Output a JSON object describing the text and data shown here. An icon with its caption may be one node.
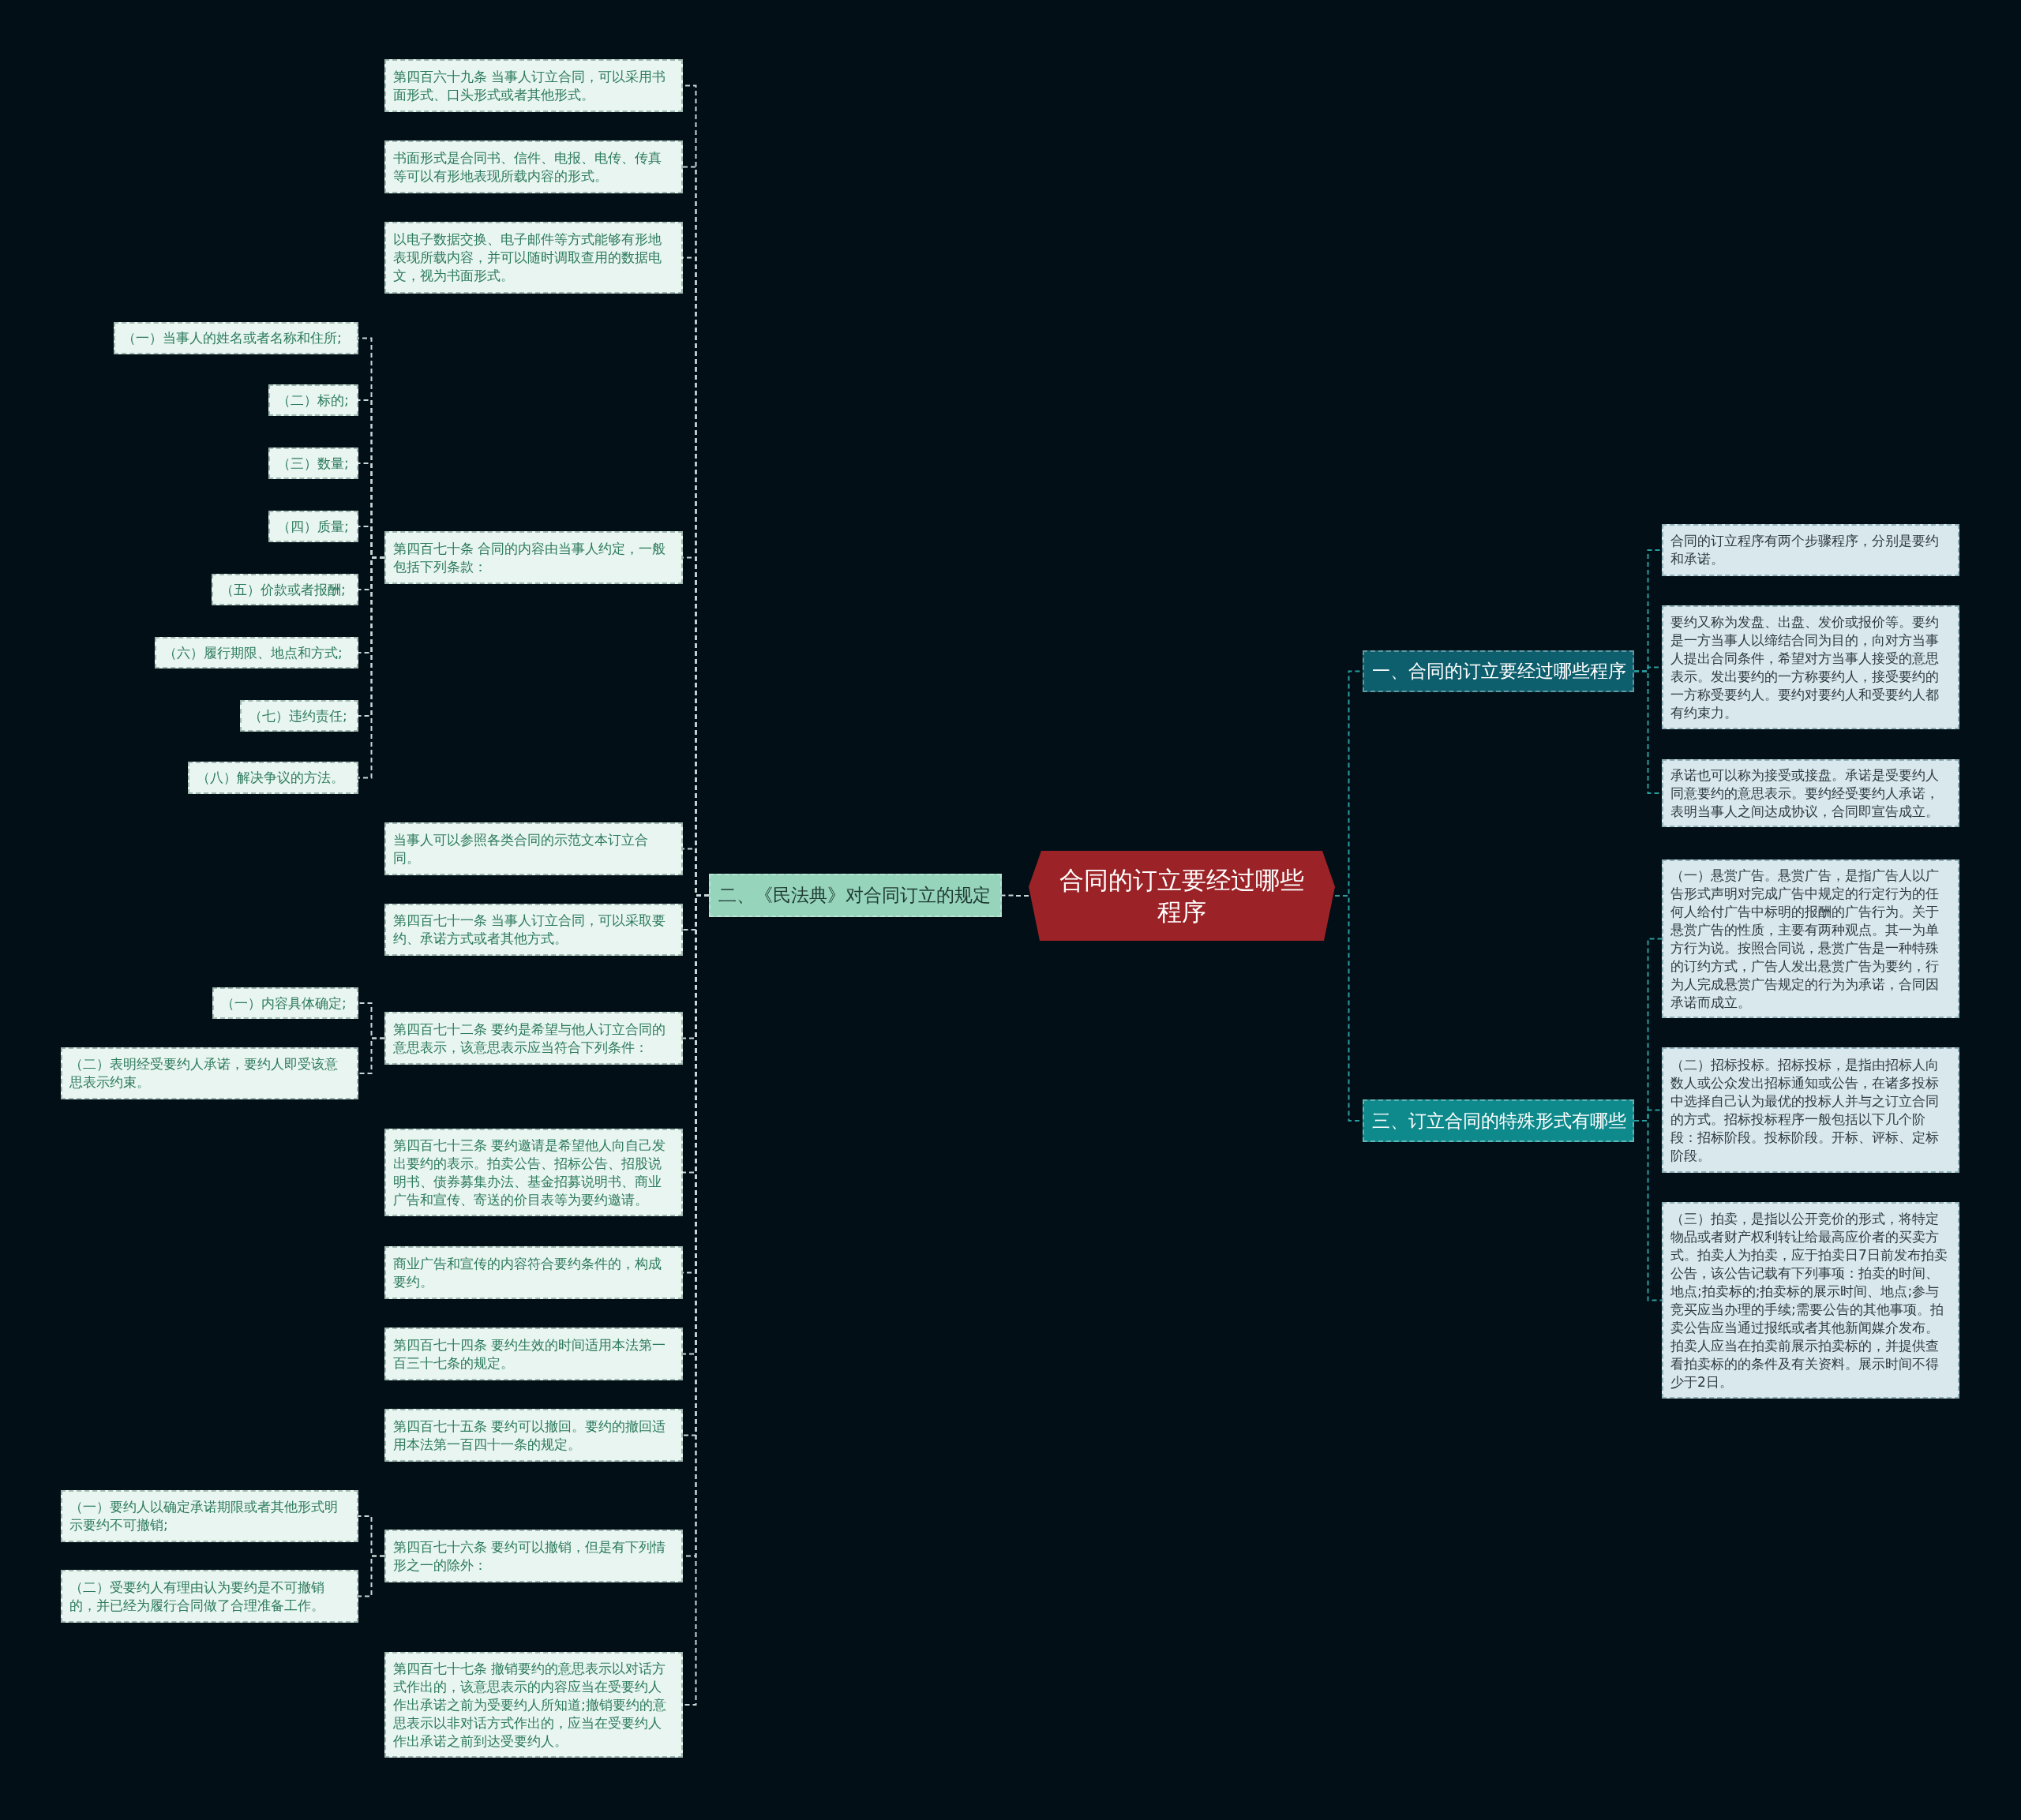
{
  "diagram": {
    "nodes": [
      {
        "text": [
          "合同的订立要经过哪些程序"
        ]
      },
      {
        "text": [
          "一、合同的订立要经过哪些程序"
        ]
      },
      {
        "text": [
          "合同的订立程序有两个步骤程序，分别是要约和承诺。"
        ]
      },
      {
        "text": [
          "要约又称为发盘、出盘、发价或报价等。要约是一方当事人以缔结合同为目的，向对方当事人提出合同条件，希望对方当事人接受的意思表示。发出要约的一方称要约人，接受要约的一方称受要约人。要约对要约人和受要约人都有约束力。"
        ]
      },
      {
        "text": [
          "承诺也可以称为接受或接盘。承诺是受要约人同意要约的意思表示。要约经受要约人承诺，表明当事人之间达成协议，合同即宣告成立。"
        ]
      },
      {
        "text": [
          "三、订立合同的特殊形式有哪些"
        ]
      },
      {
        "text": [
          "（一）悬赏广告。悬赏广告，是指广告人以广告形式声明对完成广告中规定的行定行为的任何人给付广告中标明的报酬的广告行为。关于悬赏广告的性质，主要有两种观点。其一为单方行为说。按照合同说，悬赏广告是一种特殊的订约方式，广告人发出悬赏广告为要约，行为人完成悬赏广告规定的行为为承诺，合同因承诺而成立。"
        ]
      },
      {
        "text": [
          "（二）招标投标。招标投标，是指由招标人向数人或公众发出招标通知或公告，在诸多投标中选择自己认为最优的投标人并与之订立合同的方式。招标投标程序一般包括以下几个阶段：招标阶段。投标阶段。开标、评标、定标阶段。"
        ]
      },
      {
        "text": [
          "（三）拍卖，是指以公开竞价的形式，将特定物品或者财产权利转让给最高应价者的买卖方式。拍卖人为拍卖，应于拍卖日7日前发布拍卖公告，该公告记载有下列事项：拍卖的时间、地点;拍卖标的;拍卖标的展示时间、地点;参与竞买应当办理的手续;需要公告的其他事项。拍卖公告应当通过报纸或者其他新闻媒介发布。拍卖人应当在拍卖前展示拍卖标的，并提供查看拍卖标的的条件及有关资料。展示时间不得少于2日。"
        ]
      },
      {
        "text": [
          "二、《民法典》对合同订立的规定"
        ]
      },
      {
        "text": [
          "第四百六十九条 当事人订立合同，可以采用书面形式、口头形式或者其他形式。"
        ]
      },
      {
        "text": [
          "书面形式是合同书、信件、电报、电传、传真等可以有形地表现所载内容的形式。"
        ]
      },
      {
        "text": [
          "以电子数据交换、电子邮件等方式能够有形地表现所载内容，并可以随时调取查用的数据电文，视为书面形式。"
        ]
      },
      {
        "text": [
          "第四百七十条 合同的内容由当事人约定，一般包括下列条款："
        ]
      },
      {
        "text": [
          "（一）当事人的姓名或者名称和住所;"
        ]
      },
      {
        "text": [
          "（二）标的;"
        ]
      },
      {
        "text": [
          "（三）数量;"
        ]
      },
      {
        "text": [
          "（四）质量;"
        ]
      },
      {
        "text": [
          "（五）价款或者报酬;"
        ]
      },
      {
        "text": [
          "（六）履行期限、地点和方式;"
        ]
      },
      {
        "text": [
          "（七）违约责任;"
        ]
      },
      {
        "text": [
          "（八）解决争议的方法。"
        ]
      },
      {
        "text": [
          "当事人可以参照各类合同的示范文本订立合同。"
        ]
      },
      {
        "text": [
          "第四百七十一条 当事人订立合同，可以采取要约、承诺方式或者其他方式。"
        ]
      },
      {
        "text": [
          "第四百七十二条 要约是希望与他人订立合同的意思表示，该意思表示应当符合下列条件："
        ]
      },
      {
        "text": [
          "（一）内容具体确定;"
        ]
      },
      {
        "text": [
          "（二）表明经受要约人承诺，要约人即受该意思表示约束。"
        ]
      },
      {
        "text": [
          "第四百七十三条 要约邀请是希望他人向自己发出要约的表示。拍卖公告、招标公告、招股说明书、债券募集办法、基金招募说明书、商业广告和宣传、寄送的价目表等为要约邀请。"
        ]
      },
      {
        "text": [
          "商业广告和宣传的内容符合要约条件的，构成要约。"
        ]
      },
      {
        "text": [
          "第四百七十四条 要约生效的时间适用本法第一百三十七条的规定。"
        ]
      },
      {
        "text": [
          "第四百七十五条 要约可以撤回。要约的撤回适用本法第一百四十一条的规定。"
        ]
      },
      {
        "text": [
          "第四百七十六条 要约可以撤销，但是有下列情形之一的除外："
        ]
      },
      {
        "text": [
          "（一）要约人以确定承诺期限或者其他形式明示要约不可撤销;"
        ]
      },
      {
        "text": [
          "（二）受要约人有理由认为要约是不可撤销的，并已经为履行合同做了合理准备工作。"
        ]
      },
      {
        "text": [
          "第四百七十七条 撤销要约的意思表示以对话方式作出的，该意思表示的内容应当在受要约人作出承诺之前为受要约人所知道;撤销要约的意思表示以非对话方式作出的，应当在受要约人作出承诺之前到达受要约人。"
        ]
      }
    ],
    "edges": [
      {
        "from": 0,
        "to": 1,
        "arrow": "none",
        "color": "#2a9d9d"
      },
      {
        "from": 1,
        "to": 2,
        "arrow": "none",
        "color": "#2a9d9d"
      },
      {
        "from": 1,
        "to": 3,
        "arrow": "none",
        "color": "#2a9d9d"
      },
      {
        "from": 1,
        "to": 4,
        "arrow": "none",
        "color": "#2a9d9d"
      },
      {
        "from": 0,
        "to": 5,
        "arrow": "none",
        "color": "#2a9d9d"
      },
      {
        "from": 5,
        "to": 6,
        "arrow": "none",
        "color": "#2a9d9d"
      },
      {
        "from": 5,
        "to": 7,
        "arrow": "none",
        "color": "#2a9d9d"
      },
      {
        "from": 5,
        "to": 8,
        "arrow": "none",
        "color": "#2a9d9d"
      },
      {
        "from": 0,
        "to": 9,
        "arrow": "none"
      },
      {
        "from": 9,
        "to": 10,
        "arrow": "none"
      },
      {
        "from": 9,
        "to": 11,
        "arrow": "none"
      },
      {
        "from": 9,
        "to": 12,
        "arrow": "none"
      },
      {
        "from": 9,
        "to": 13,
        "arrow": "none"
      },
      {
        "from": 13,
        "to": 14,
        "arrow": "none"
      },
      {
        "from": 13,
        "to": 15,
        "arrow": "none"
      },
      {
        "from": 13,
        "to": 16,
        "arrow": "none"
      },
      {
        "from": 13,
        "to": 17,
        "arrow": "none"
      },
      {
        "from": 13,
        "to": 18,
        "arrow": "none"
      },
      {
        "from": 13,
        "to": 19,
        "arrow": "none"
      },
      {
        "from": 13,
        "to": 20,
        "arrow": "none"
      },
      {
        "from": 13,
        "to": 21,
        "arrow": "none"
      },
      {
        "from": 9,
        "to": 22,
        "arrow": "none"
      },
      {
        "from": 9,
        "to": 23,
        "arrow": "none"
      },
      {
        "from": 9,
        "to": 24,
        "arrow": "none"
      },
      {
        "from": 24,
        "to": 25,
        "arrow": "none"
      },
      {
        "from": 24,
        "to": 26,
        "arrow": "none"
      },
      {
        "from": 9,
        "to": 27,
        "arrow": "none"
      },
      {
        "from": 9,
        "to": 28,
        "arrow": "none"
      },
      {
        "from": 9,
        "to": 29,
        "arrow": "none"
      },
      {
        "from": 9,
        "to": 30,
        "arrow": "none"
      },
      {
        "from": 9,
        "to": 31,
        "arrow": "none"
      },
      {
        "from": 31,
        "to": 32,
        "arrow": "none"
      },
      {
        "from": 31,
        "to": 33,
        "arrow": "none"
      },
      {
        "from": 9,
        "to": 34,
        "arrow": "none"
      }
    ]
  }
}
